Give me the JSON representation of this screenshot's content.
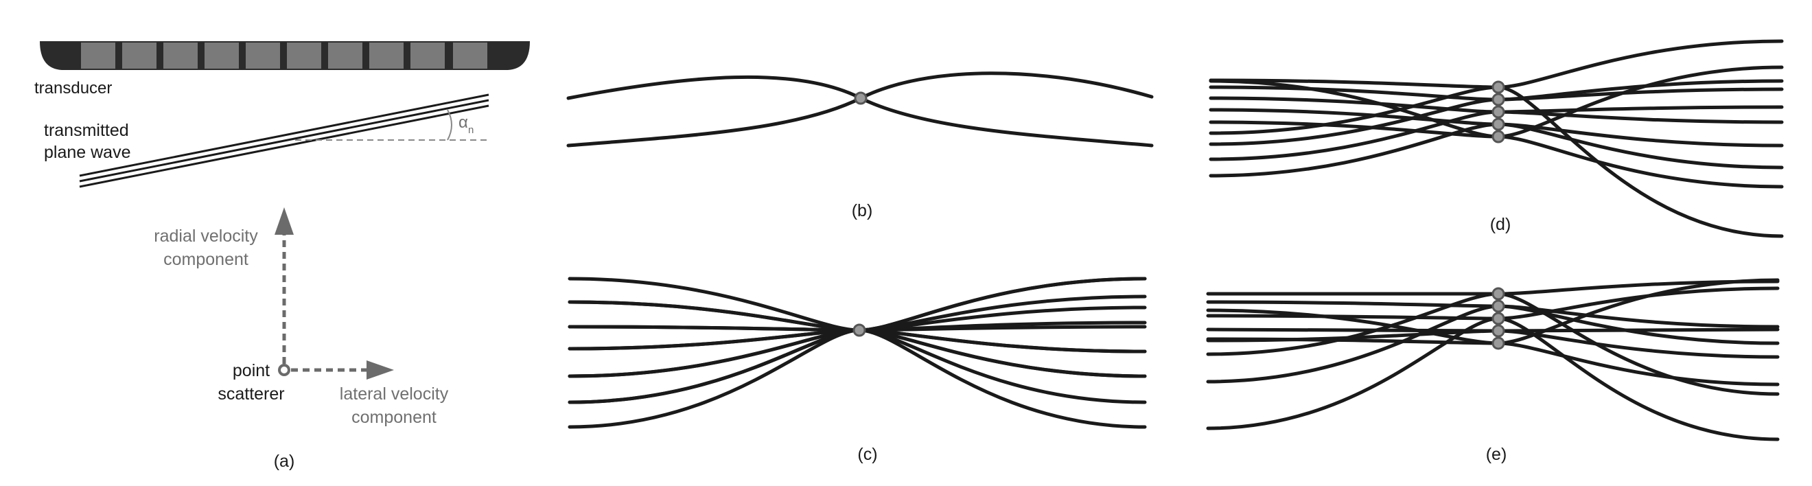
{
  "panel_a": {
    "transducer_label": "transducer",
    "plane_wave_label_line1": "transmitted",
    "plane_wave_label_line2": "plane wave",
    "angle_label": "α",
    "angle_subscript": "n",
    "radial_label_line1": "radial velocity",
    "radial_label_line2": "component",
    "scatterer_label_line1": "point",
    "scatterer_label_line2": "scatterer",
    "lateral_label_line1": "lateral velocity",
    "lateral_label_line2": "component",
    "caption": "(a)"
  },
  "panel_b": {
    "caption": "(b)"
  },
  "panel_c": {
    "caption": "(c)"
  },
  "panel_d": {
    "caption": "(d)"
  },
  "panel_e": {
    "caption": "(e)"
  },
  "colors": {
    "curve": "#1a1a1a",
    "transducer_body": "#2b2b2b",
    "transducer_element": "#7a7a7a",
    "arrow": "#6b6b6b",
    "label_gray": "#707070",
    "dot_fill": "#9a9a9a"
  }
}
